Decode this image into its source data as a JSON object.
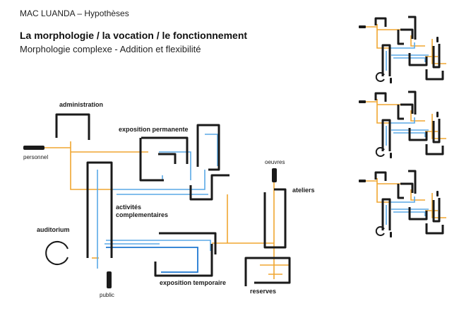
{
  "header": {
    "project": "MAC LUANDA – Hypothèses",
    "title": "La morphologie / la vocation / le fonctionnement",
    "subtitle": "Morphologie complexe - Addition et flexibilité"
  },
  "labels": {
    "administration": "administration",
    "personnel": "personnel",
    "exposition_permanente": "exposition permanente",
    "oeuvres": "oeuvres",
    "ateliers": "ateliers",
    "activites_1": "activités",
    "activites_2": "complementaires",
    "auditorium": "auditorium",
    "public": "public",
    "exposition_temporaire": "exposition temporaire",
    "reserves": "reserves"
  },
  "colors": {
    "walls": "#1a1a1a",
    "staff_circulation": "#f0a630",
    "public_circulation": "#5aa9e6",
    "public_circulation_dark": "#1f78d1"
  },
  "variants": [
    {
      "id": "variant-1"
    },
    {
      "id": "variant-2"
    },
    {
      "id": "variant-3"
    }
  ]
}
